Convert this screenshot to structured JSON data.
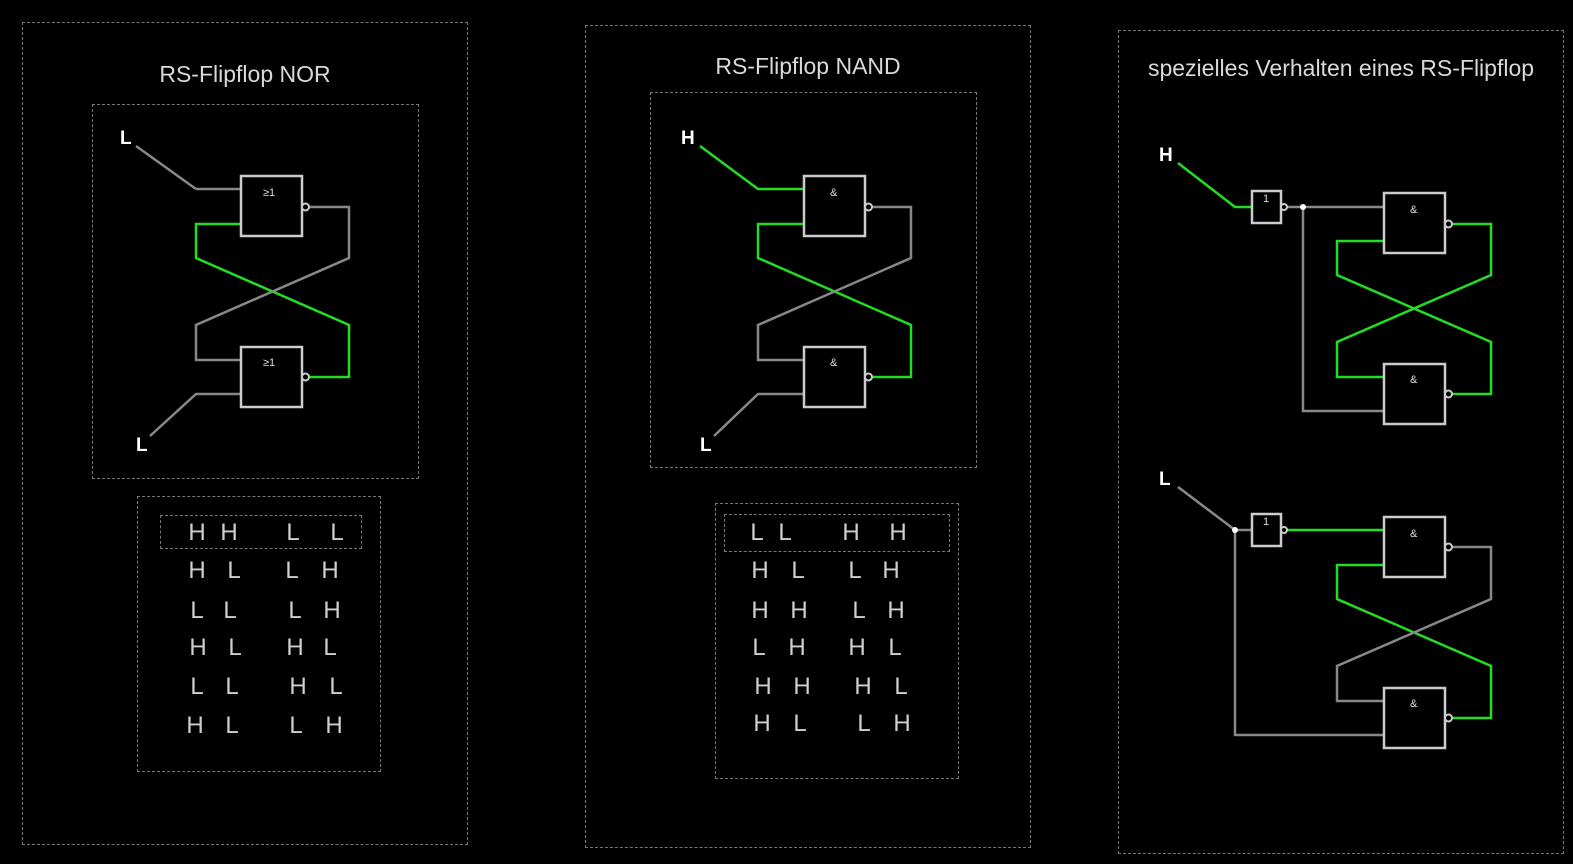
{
  "colors": {
    "active": "#22dd22",
    "inactive": "#888888",
    "gate": "#cccccc",
    "background": "#000000"
  },
  "panels": [
    {
      "title": "RS-Flipflop NOR",
      "gate_symbol": "≥1",
      "inputs": {
        "top": "L",
        "bottom": "L"
      },
      "truth_table": [
        [
          "H",
          "H",
          "L",
          "L"
        ],
        [
          "H",
          "L",
          "L",
          "H"
        ],
        [
          "L",
          "L",
          "L",
          "H"
        ],
        [
          "H",
          "L",
          "H",
          "L"
        ],
        [
          "L",
          "L",
          "H",
          "L"
        ],
        [
          "H",
          "L",
          "L",
          "H"
        ]
      ]
    },
    {
      "title": "RS-Flipflop NAND",
      "gate_symbol": "&",
      "inputs": {
        "top": "H",
        "bottom": "L"
      },
      "truth_table": [
        [
          "L",
          "L",
          "H",
          "H"
        ],
        [
          "H",
          "L",
          "L",
          "H"
        ],
        [
          "H",
          "H",
          "L",
          "H"
        ],
        [
          "L",
          "H",
          "H",
          "L"
        ],
        [
          "H",
          "H",
          "H",
          "L"
        ],
        [
          "H",
          "L",
          "L",
          "H"
        ]
      ]
    },
    {
      "title": "spezielles Verhalten eines RS-Flipflop",
      "gate_symbol": "&",
      "inverter_symbol": "1",
      "inputs": {
        "top": "H",
        "bottom": "L"
      }
    }
  ]
}
